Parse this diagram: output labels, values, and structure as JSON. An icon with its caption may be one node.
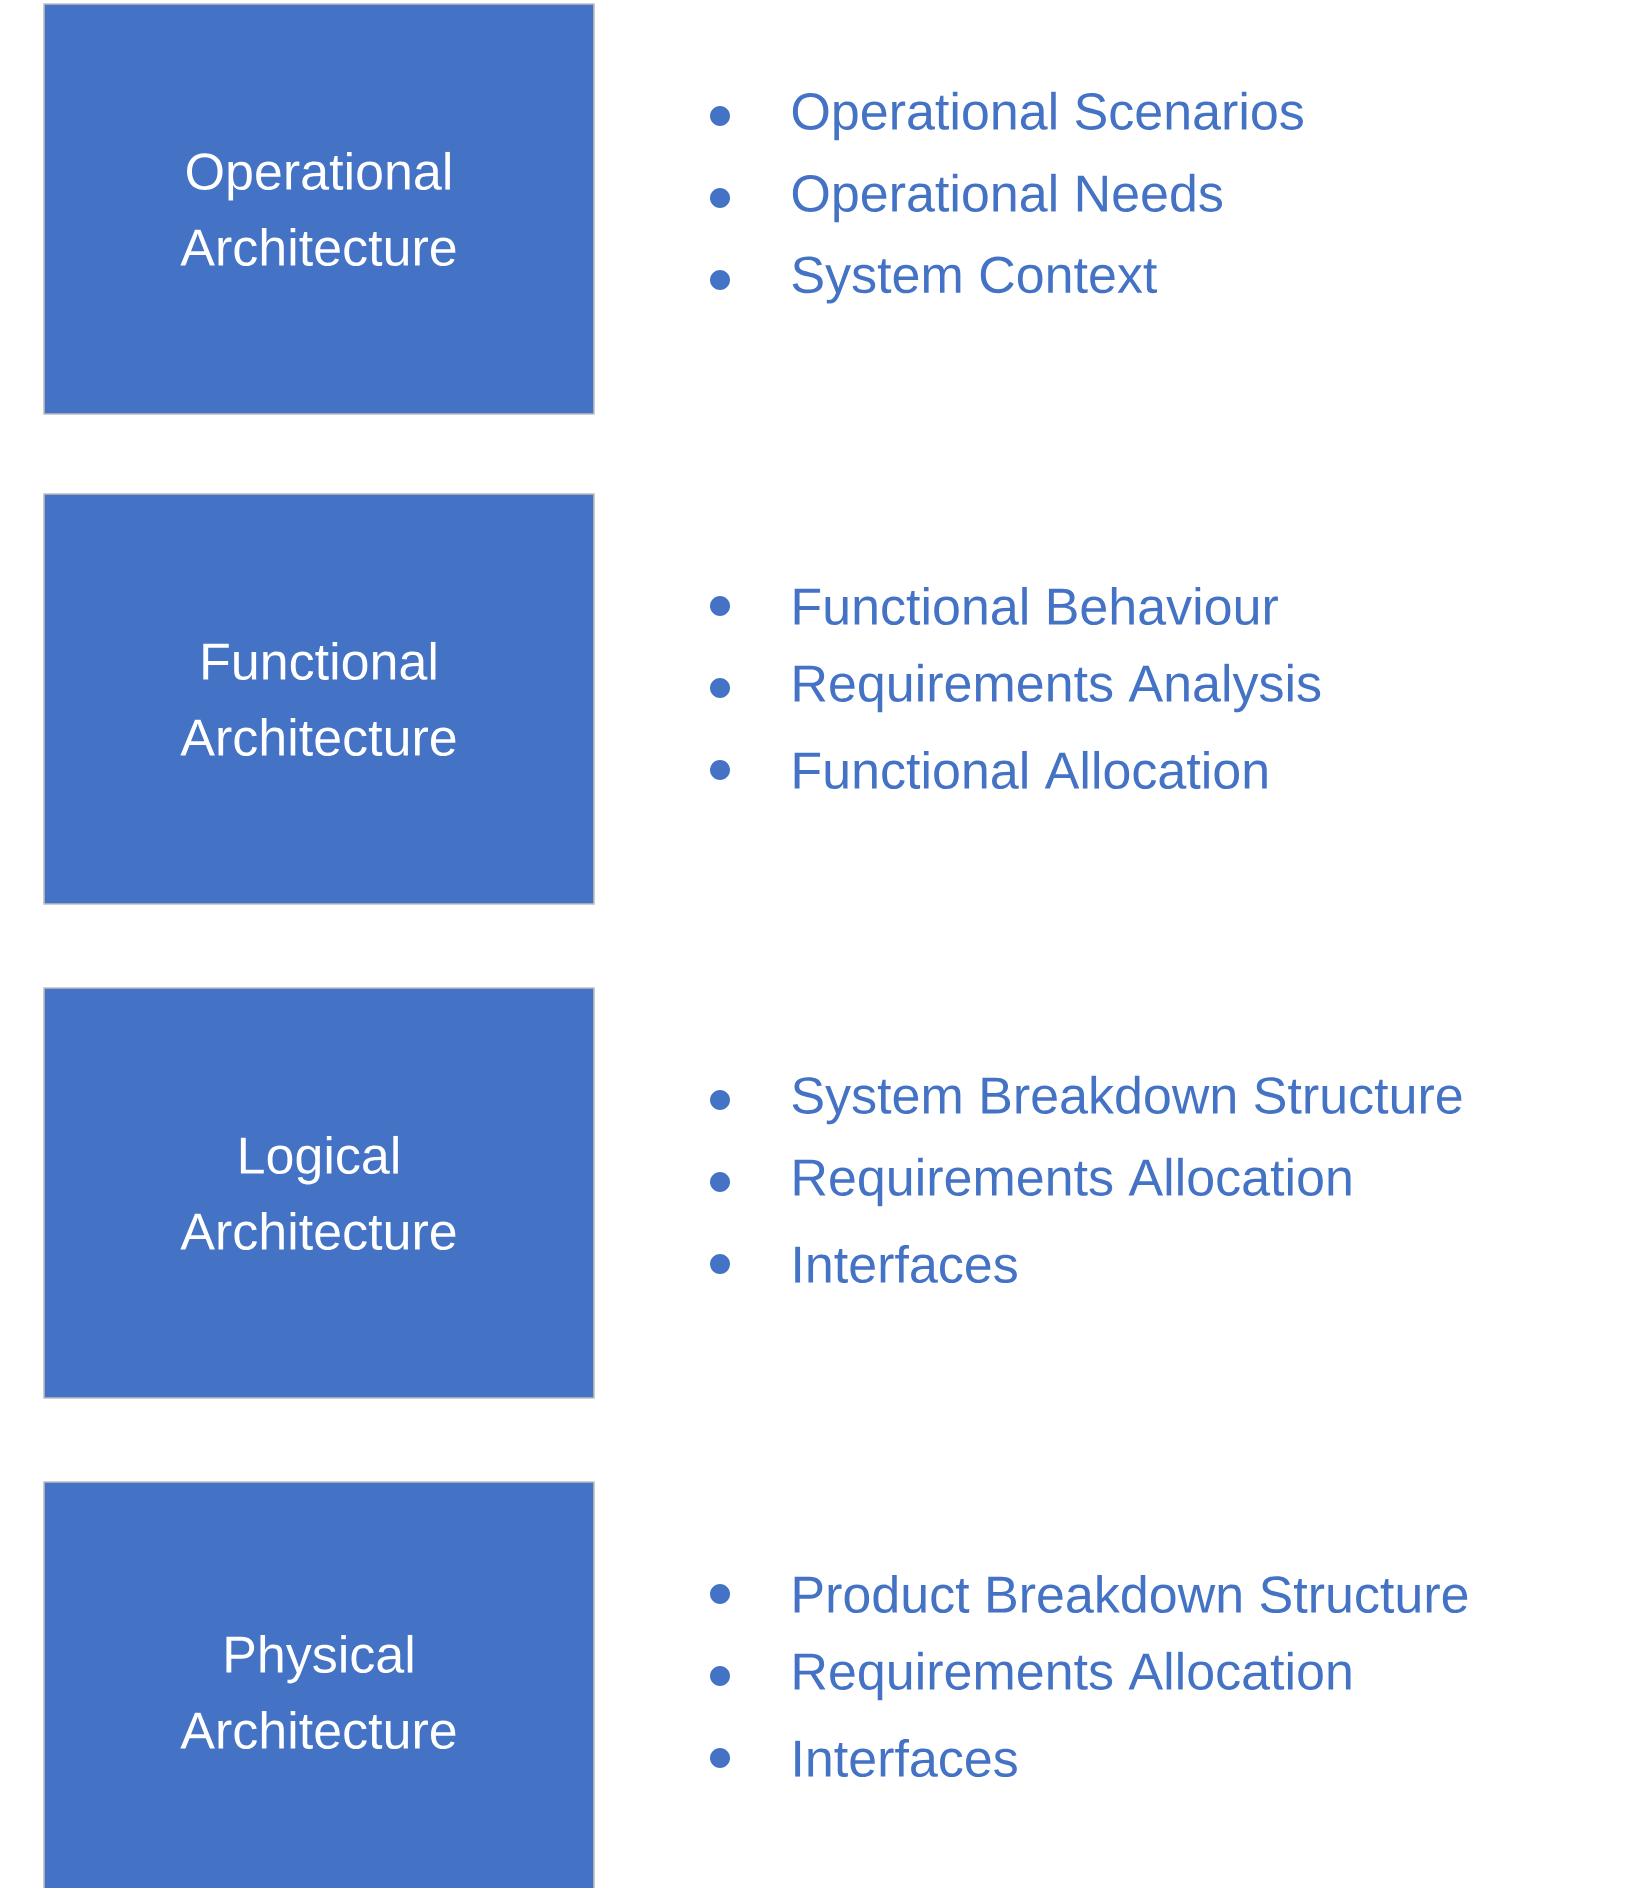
{
  "diagram": {
    "nodes": [
      {
        "text": [
          "Operational Architecture"
        ],
        "beside": [
          "Operational Scenarios",
          "Operational Needs",
          "System Context"
        ]
      },
      {
        "text": [
          "Functional Architecture"
        ],
        "beside": [
          "Functional Behaviour",
          "Requirements Analysis",
          "Functional Allocation"
        ]
      },
      {
        "text": [
          "Logical Architecture"
        ],
        "beside": [
          "System Breakdown Structure",
          "Requirements Allocation",
          "Interfaces"
        ]
      },
      {
        "text": [
          "Physical Architecture"
        ],
        "beside": [
          "Product Breakdown Structure",
          "Requirements Allocation",
          "Interfaces"
        ]
      }
    ]
  }
}
